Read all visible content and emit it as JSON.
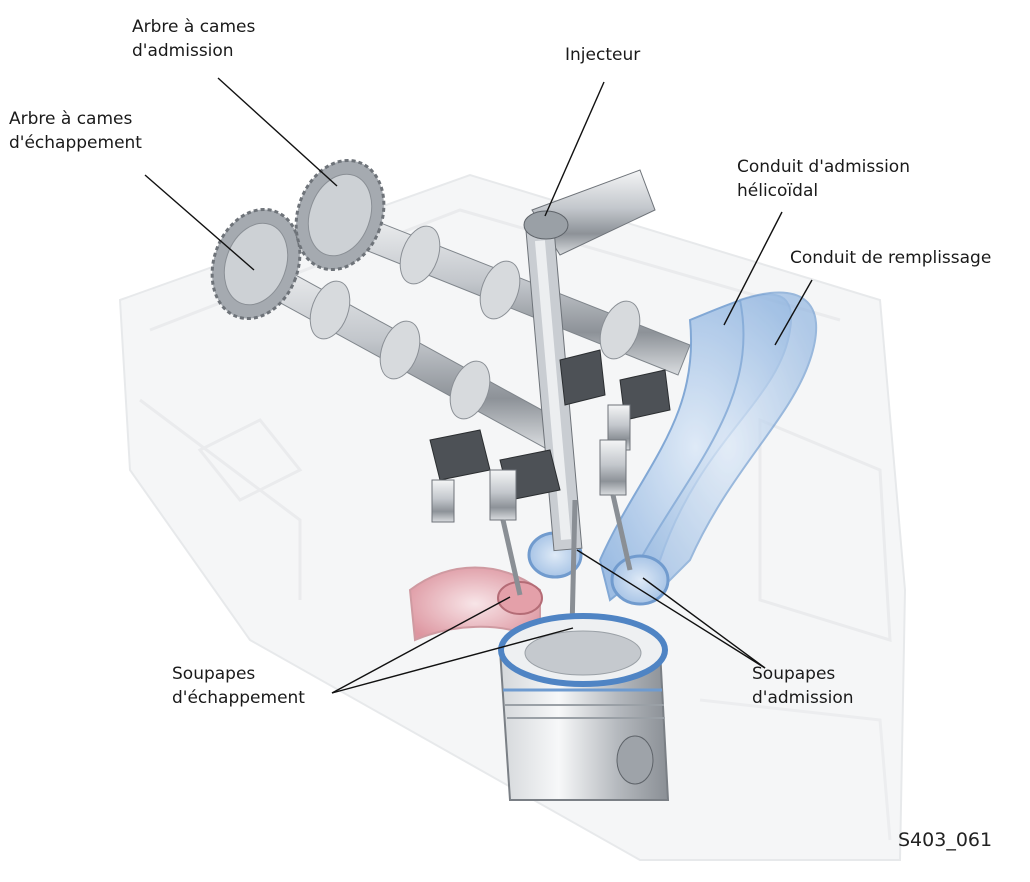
{
  "labels": {
    "intake_camshaft": {
      "line1": "Arbre à cames",
      "line2": "d'admission"
    },
    "exhaust_camshaft": {
      "line1": "Arbre à cames",
      "line2": "d'échappement"
    },
    "injector": "Injecteur",
    "helical_intake_port": {
      "line1": "Conduit d'admission",
      "line2": "hélicoïdal"
    },
    "filling_port": "Conduit de remplissage",
    "exhaust_valves": {
      "line1": "Soupapes",
      "line2": "d'échappement"
    },
    "intake_valves": {
      "line1": "Soupapes",
      "line2": "d'admission"
    }
  },
  "figure_ref": "S403_061",
  "colors": {
    "leader": "#111111",
    "intake_blue": "#8fb4e0",
    "exhaust_red": "#e8a3ab",
    "metal": "#bfc3c8",
    "ghost": "#e6e8ea"
  }
}
